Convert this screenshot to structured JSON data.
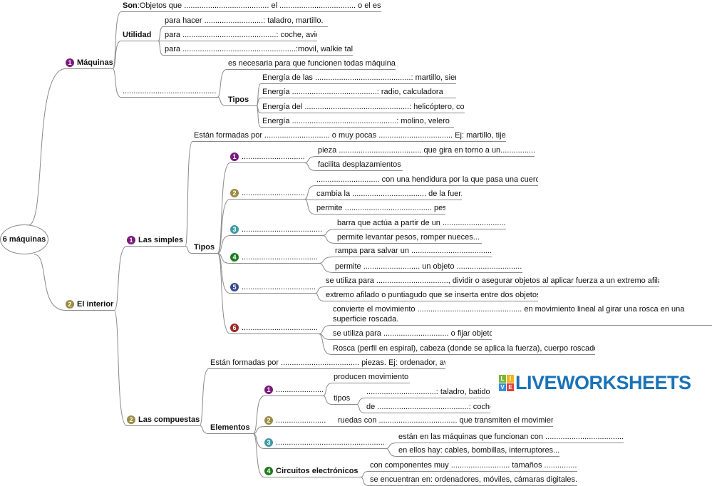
{
  "root": "6 máquinas",
  "colors": {
    "purple": "#7b1a7e",
    "olive": "#9a8c45",
    "teal": "#3f9aa5",
    "green": "#1f7a1f",
    "navy": "#3b4a8c",
    "red": "#a02828",
    "line": "#8a8a8a"
  },
  "maquinas": {
    "badge": "1",
    "label": "Máquinas",
    "son_label": "Son",
    "son_text": ":Objetos que ....................................... el ................................... o el esfu",
    "utilidad": "Utilidad",
    "utilidad_items": [
      "para hacer ...........................: taladro, martillo.",
      "para ...........................................: coche, avión",
      "para ....................................................:movil, walkie talkie"
    ],
    "energia_blank": "...........................................",
    "energia_desc": "es necesaria para que funcionen todas máquinas",
    "tipos": "Tipos",
    "tipos_items": [
      "Energía de las ............................................: martillo, sierra",
      "Energía .......................................: radio, calculadora",
      "Energía del ................................................: helicóptero, cohete",
      "Energía ................................................: molino, velero"
    ]
  },
  "interior": {
    "badge": "2",
    "label": "El interior",
    "simples": {
      "badge": "1",
      "label": "Las simples",
      "formadas": "Están formadas por .............................. o muy pocas .................................. Ej: martillo, tijera",
      "tipos": "Tipos",
      "types": [
        {
          "badge": "1",
          "blank": "..............................",
          "items": [
            "pieza ...................................... que gira en torno a un.....................",
            "facilita desplazamientos"
          ]
        },
        {
          "badge": "2",
          "blank": "..............................",
          "items": [
            "............................. con una hendidura por la que pasa una cuerda",
            "cambia la .................................. de la fuerza",
            "permite ........................................ peso"
          ]
        },
        {
          "badge": "3",
          "blank": "........................................",
          "items": [
            "barra que actúa a partir de un ...................................",
            "permite levantar  pesos, romper nueces..."
          ]
        },
        {
          "badge": "4",
          "blank": "........................................",
          "items": [
            "rampa para salvar un ........................................",
            "permite .......................... un objeto ................................"
          ]
        },
        {
          "badge": "5",
          "blank": "....................................",
          "items": [
            "se utiliza para ................................., dividir o asegurar objetos al aplicar fuerza a un extremo afilado",
            "extremo afilado o puntiagudo que se inserta entre dos objetos."
          ]
        },
        {
          "badge": "6",
          "blank": "........................................",
          "items": [
            "convierte el movimiento ................................................ en movimiento lineal al girar una rosca en una superficie roscada.",
            "se utiliza para .............................. o fijar objetos",
            "Rosca (perfil en espiral), cabeza (donde se aplica la fuerza), cuerpo roscado."
          ]
        }
      ]
    },
    "compuestas": {
      "badge": "2",
      "label": "Las compuestas",
      "formadas": "Están formadas por .................................... piezas. Ej: ordenador, avión",
      "elementos": "Elementos",
      "el1": {
        "badge": "1",
        "blank": ".......................",
        "producen": "producen movimiento",
        "tipos": "tipos",
        "tipos_items": [
          "................................: taladro, batidora",
          "de ..........................................: coches"
        ]
      },
      "el2": {
        "badge": "2",
        "blank": ".......................",
        "items": [
          "ruedas con .................................... que transmiten el movimiento"
        ]
      },
      "el3": {
        "badge": "3",
        "blank": "....................................................",
        "items": [
          "están en las máquinas que funcionan con .......................................",
          "en ellos hay: cables, bombillas, interruptores..."
        ]
      },
      "el4": {
        "badge": "4",
        "label": "Circuitos electrónicos",
        "items": [
          "con componentes muy ........................... tamaños ..........................",
          "se encuentran en: ordenadores, móviles, cámaras digitales..."
        ]
      }
    }
  },
  "watermark": {
    "blocks": [
      "L",
      "I",
      "V",
      "E"
    ],
    "text": "LIVEWORKSHEETS"
  }
}
